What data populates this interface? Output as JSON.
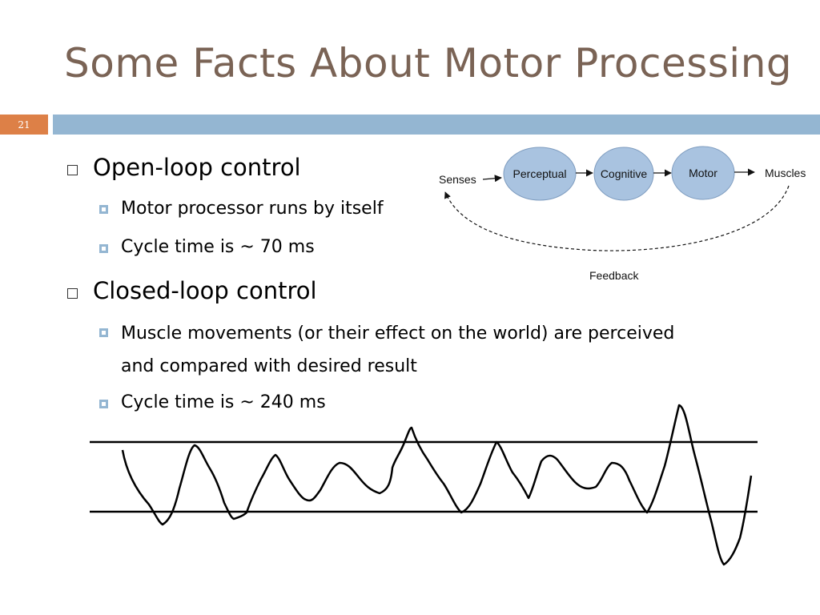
{
  "slide": {
    "title": "Some Facts About Motor Processing",
    "page_number": "21"
  },
  "bullets": [
    {
      "text": "Open-loop control",
      "sub": [
        "Motor processor runs by itself",
        "Cycle time is ~ 70 ms"
      ]
    },
    {
      "text": "Closed-loop control",
      "sub": [
        "Muscle movements (or their effect on the world) are perceived and compared with desired result",
        "Cycle time is ~ 240 ms"
      ]
    }
  ],
  "diagram": {
    "senses": "Senses",
    "nodes": [
      "Perceptual",
      "Cognitive",
      "Motor"
    ],
    "muscles": "Muscles",
    "feedback": "Feedback",
    "node_fill": "#a9c3e0"
  },
  "colors": {
    "title": "#7a6355",
    "accent_bar": "#94b6d2",
    "page_badge": "#dd8047"
  }
}
